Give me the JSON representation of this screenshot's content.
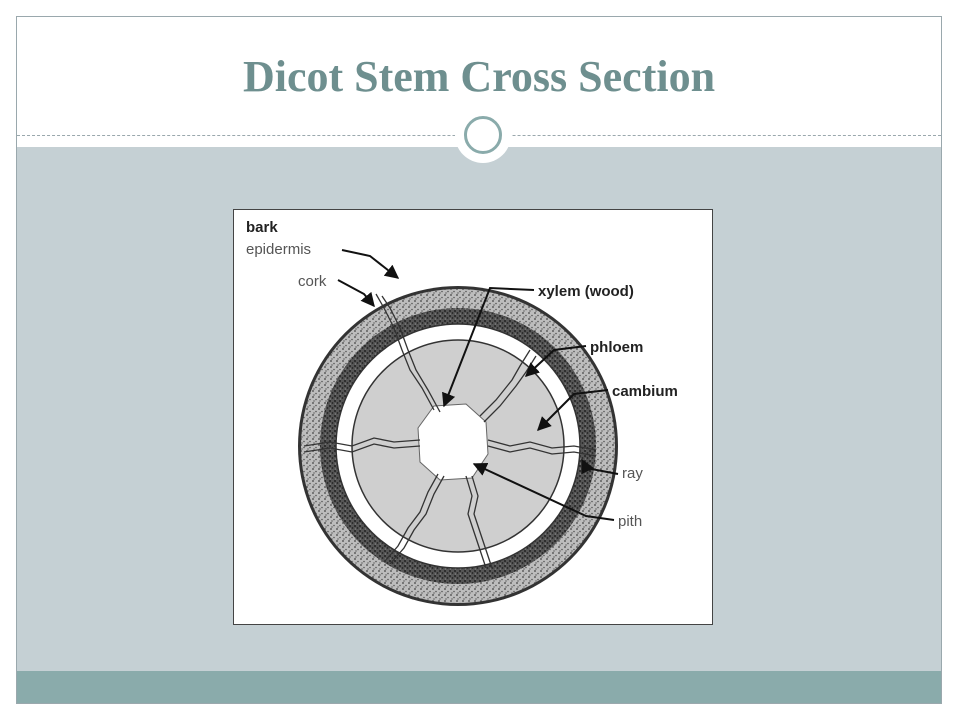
{
  "slide": {
    "title": "Dicot Stem Cross Section"
  },
  "diagram": {
    "labels": {
      "bark": "bark",
      "epidermis": "epidermis",
      "cork": "cork",
      "xylem": "xylem (wood)",
      "phloem": "phloem",
      "cambium": "cambium",
      "ray": "ray",
      "pith": "pith"
    }
  },
  "colors": {
    "title": "#6e8f8f",
    "content_bg": "#c5d0d4",
    "footer_bar": "#8aabab"
  }
}
